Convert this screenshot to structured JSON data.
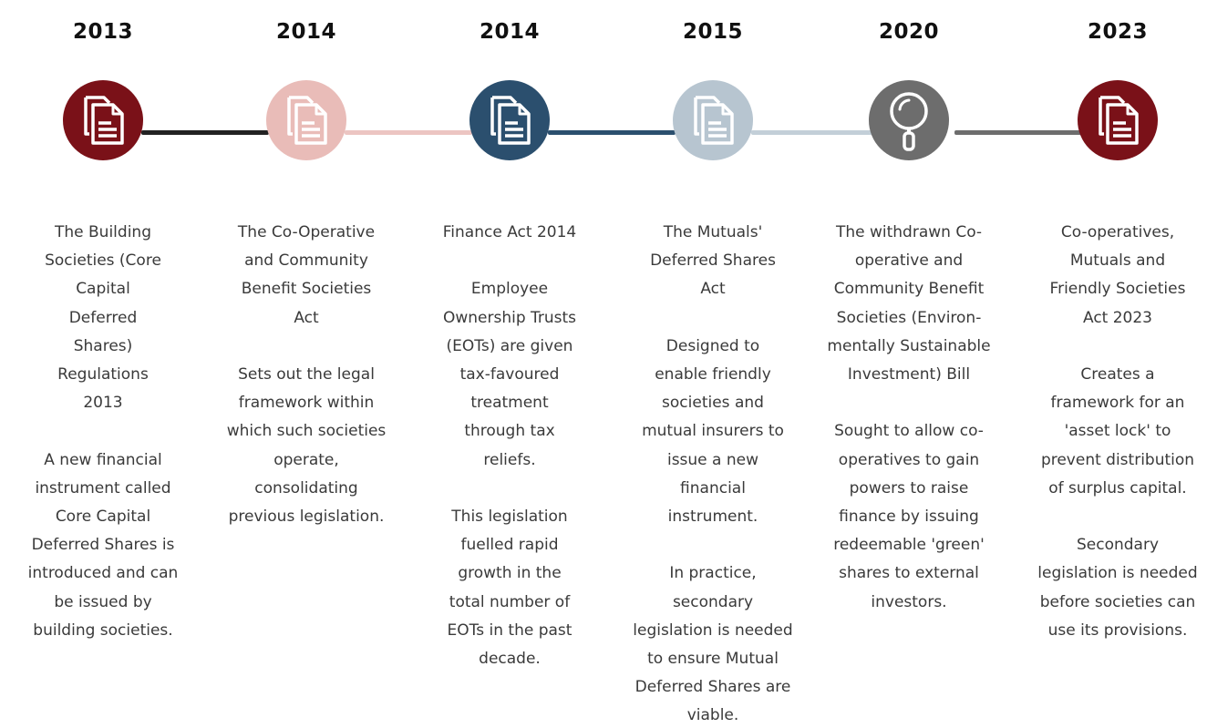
{
  "colors": {
    "dark_red": "#7a1118",
    "light_pink": "#e9bcb8",
    "navy_blue": "#2b4f6e",
    "light_blue_grey": "#b7c5d0",
    "grey": "#6d6d6d",
    "connector_dark": "#222222",
    "connector_pink": "#ecc5c2",
    "connector_navy": "#2b4f6e",
    "connector_light": "#c3cfd8",
    "connector_grey": "#6d6d6d"
  },
  "milestones": [
    {
      "year": "2013",
      "icon": "document-icon",
      "title": "The Building Societies (Core Capital Deferred Shares) Regulations 2013",
      "description": "A new financial instrument called Core Capital Deferred Shares is introduced and can be issued by building societies."
    },
    {
      "year": "2014",
      "icon": "document-icon",
      "title": "The Co-Operative and Community Benefit Societies Act",
      "description": "Sets out the legal framework within which such societies operate, consolidating previous legislation."
    },
    {
      "year": "2014",
      "icon": "document-icon",
      "title": "Finance Act 2014",
      "description": "Employee Ownership Trusts (EOTs) are given tax-favoured treatment through tax reliefs.",
      "description_2": "This legislation fuelled rapid growth in the total number of EOTs in the past decade."
    },
    {
      "year": "2015",
      "icon": "document-icon",
      "title": "The Mutuals' Deferred Shares Act",
      "description": "Designed to enable friendly societies and mutual insurers to issue a new financial instrument.",
      "description_2": "In practice, secondary legislation is needed to ensure Mutual Deferred Shares are viable."
    },
    {
      "year": "2020",
      "icon": "magnifying-glass-icon",
      "title": "The withdrawn Co-operative and Community Benefit Societies (Environ-mentally Sustainable Investment) Bill",
      "description": "Sought to allow co-operatives to gain powers to raise finance by issuing redeemable 'green' shares to external investors."
    },
    {
      "year": "2023",
      "icon": "document-icon",
      "title": "Co-operatives, Mutuals and Friendly Societies Act 2023",
      "description": "Creates a framework for an 'asset lock' to prevent distribution of surplus capital.",
      "description_2": "Secondary legislation is needed before societies can use its provisions."
    }
  ]
}
